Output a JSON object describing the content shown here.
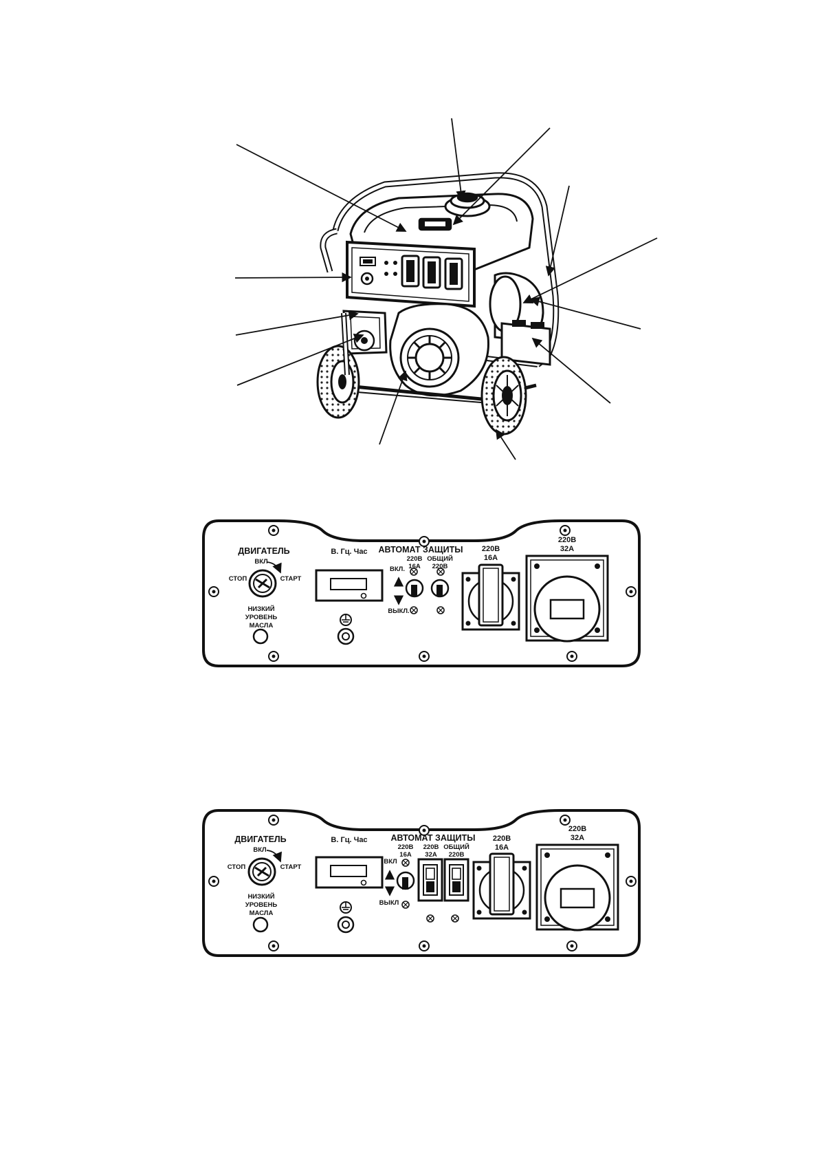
{
  "panel1": {
    "engine_title": "ДВИГАТЕЛЬ",
    "engine_on": "ВКЛ",
    "engine_stop": "СТОП",
    "engine_start": "СТАРТ",
    "oil_line1": "НИЗКИЙ",
    "oil_line2": "УРОВЕНЬ",
    "oil_line3": "МАСЛА",
    "meter_title": "В. Гц. Час",
    "breaker_title": "АВТОМАТ ЗАЩИТЫ",
    "b1_line1": "220В",
    "b1_line2": "16А",
    "b2_line1": "ОБЩИЙ",
    "b2_line2": "220В",
    "switch_on": "ВКЛ.",
    "switch_off": "ВЫКЛ.",
    "socket16_line1": "220В",
    "socket16_line2": "16А",
    "socket32_line1": "220В",
    "socket32_line2": "32А"
  },
  "panel2": {
    "engine_title": "ДВИГАТЕЛЬ",
    "engine_on": "ВКЛ",
    "engine_stop": "СТОП",
    "engine_start": "СТАРТ",
    "oil_line1": "НИЗКИЙ",
    "oil_line2": "УРОВЕНЬ",
    "oil_line3": "МАСЛА",
    "meter_title": "В. Гц. Час",
    "breaker_title": "АВТОМАТ ЗАЩИТЫ",
    "b1_line1": "220В",
    "b1_line2": "16А",
    "b2_line1": "220В",
    "b2_line2": "32А",
    "b3_line1": "ОБЩИЙ",
    "b3_line2": "220В",
    "switch_on": "ВКЛ",
    "switch_off": "ВЫКЛ",
    "socket16_line1": "220В",
    "socket16_line2": "16А",
    "socket32_line1": "220В",
    "socket32_line2": "32А"
  }
}
